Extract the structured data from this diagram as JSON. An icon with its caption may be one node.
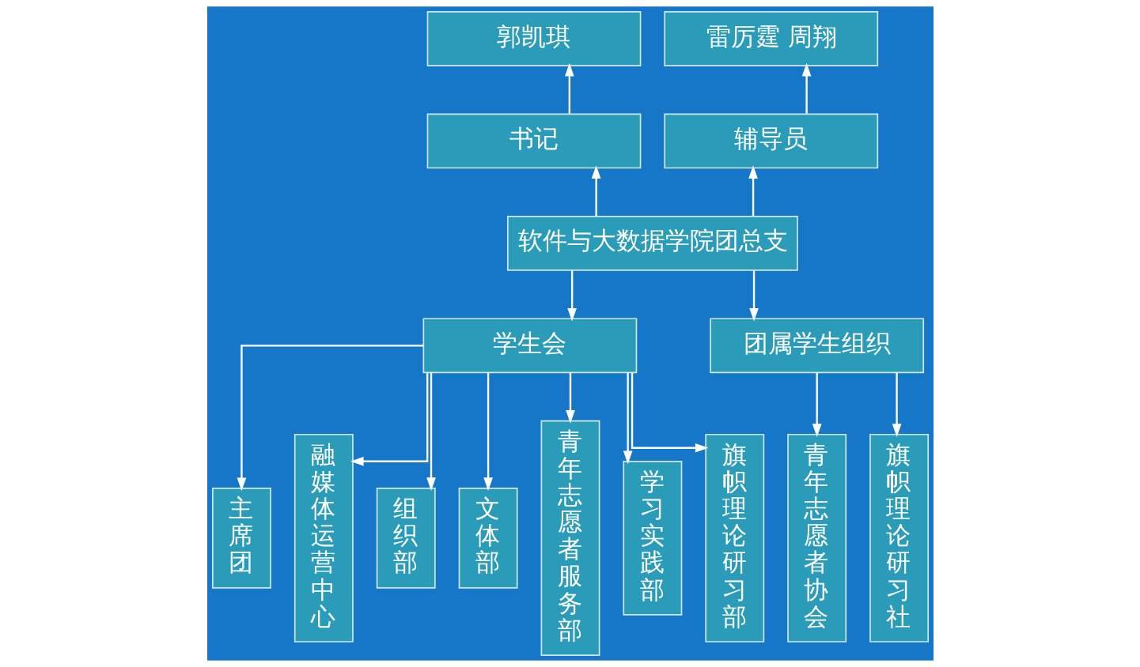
{
  "diagram": {
    "nodes": [
      {
        "text": [
          "郭凯琪"
        ]
      },
      {
        "text": [
          "书记"
        ]
      },
      {
        "text": [
          "雷厉霆 周翔"
        ]
      },
      {
        "text": [
          "辅导员"
        ]
      },
      {
        "text": [
          "软件与大数据学院团总支"
        ]
      },
      {
        "text": [
          "学生会"
        ]
      },
      {
        "text": [
          "团属学生组织"
        ]
      },
      {
        "text": [
          "主席团"
        ]
      },
      {
        "text": [
          "融媒体运营中心"
        ]
      },
      {
        "text": [
          "组织部"
        ]
      },
      {
        "text": [
          "文体部"
        ]
      },
      {
        "text": [
          "青年志愿者服务部"
        ]
      },
      {
        "text": [
          "学习实践部"
        ]
      },
      {
        "text": [
          "旗帜理论研习部"
        ]
      },
      {
        "text": [
          "青年志愿者协会"
        ]
      },
      {
        "text": [
          "旗帜理论研习社"
        ]
      }
    ],
    "edges": [
      {
        "from": 1,
        "to": 0,
        "arrow": "to"
      },
      {
        "from": 4,
        "to": 1,
        "arrow": "to"
      },
      {
        "from": 3,
        "to": 2,
        "arrow": "to"
      },
      {
        "from": 4,
        "to": 3,
        "arrow": "to"
      },
      {
        "from": 4,
        "to": 5,
        "arrow": "to"
      },
      {
        "from": 4,
        "to": 6,
        "arrow": "to"
      },
      {
        "from": 5,
        "to": 7,
        "arrow": "to"
      },
      {
        "from": 5,
        "to": 8,
        "arrow": "to"
      },
      {
        "from": 5,
        "to": 9,
        "arrow": "to"
      },
      {
        "from": 5,
        "to": 10,
        "arrow": "to"
      },
      {
        "from": 5,
        "to": 11,
        "arrow": "to"
      },
      {
        "from": 5,
        "to": 12,
        "arrow": "to"
      },
      {
        "from": 5,
        "to": 13,
        "arrow": "to"
      },
      {
        "from": 6,
        "to": 14,
        "arrow": "to"
      },
      {
        "from": 6,
        "to": 15,
        "arrow": "to"
      }
    ]
  }
}
